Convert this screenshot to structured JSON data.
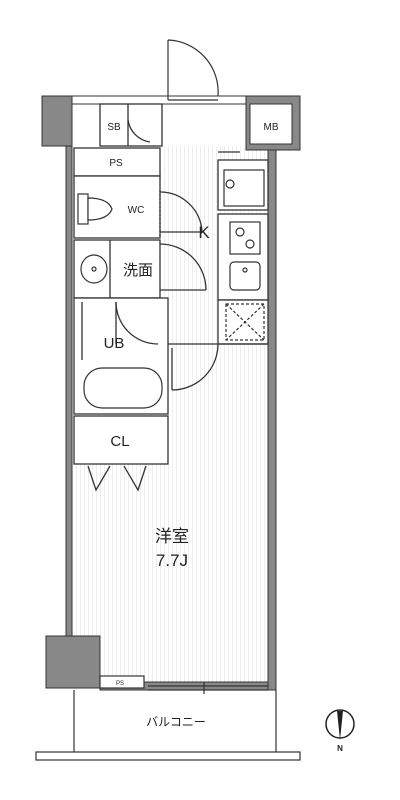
{
  "colors": {
    "wall": "#888888",
    "wall_outline": "#333333",
    "line": "#333333",
    "floor_hatch": "#dddddd",
    "background": "#ffffff"
  },
  "rooms": {
    "sb": "SB",
    "mb": "MB",
    "ps_top": "PS",
    "wc": "WC",
    "kitchen": "K",
    "washroom": "洗面",
    "ub": "UB",
    "cl": "CL",
    "bedroom_name": "洋室",
    "bedroom_size": "7.7J",
    "ps_bottom": "PS",
    "balcony": "バルコニー"
  },
  "compass": {
    "label": "N",
    "icon": "north-arrow-icon"
  }
}
